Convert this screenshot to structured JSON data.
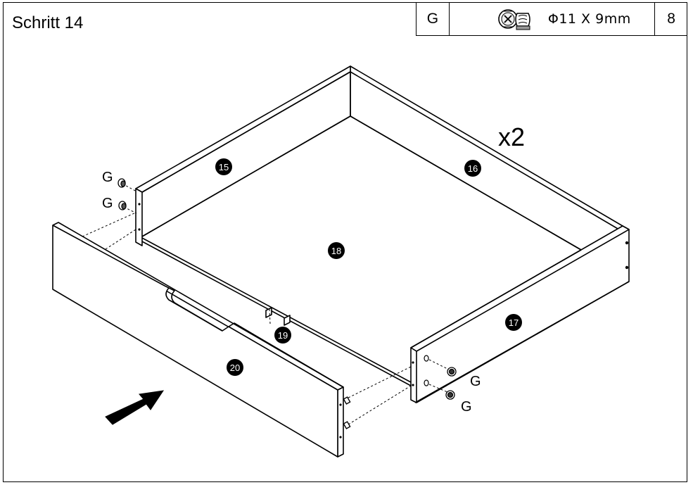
{
  "step": {
    "title": "Schritt 14"
  },
  "parts_table": {
    "letter": "G",
    "icon": "cam-lock-fitting-icon",
    "spec": "Φ11 X 9mm",
    "quantity": "8"
  },
  "drawing": {
    "multiplier": "x2",
    "parts": [
      {
        "number": "15"
      },
      {
        "number": "16"
      },
      {
        "number": "17"
      },
      {
        "number": "18"
      },
      {
        "number": "19"
      },
      {
        "number": "20"
      }
    ],
    "fitting_labels": [
      "G",
      "G",
      "G",
      "G"
    ]
  }
}
